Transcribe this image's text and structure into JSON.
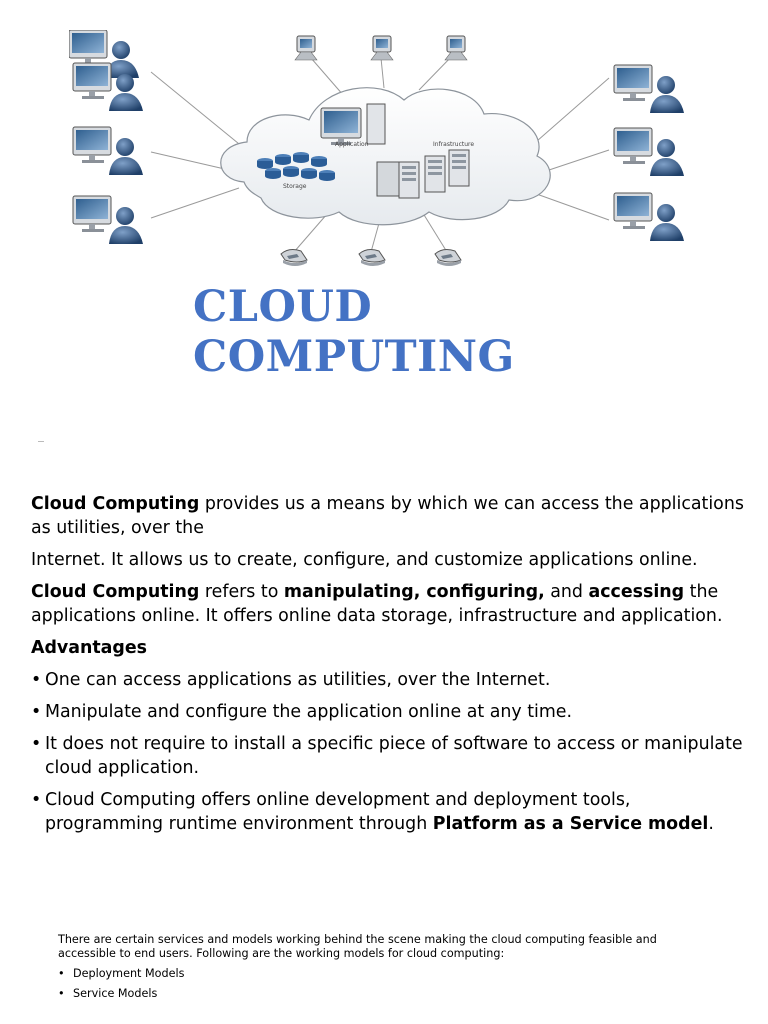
{
  "diagram": {
    "cloud_labels": {
      "application": "Application",
      "infrastructure": "Infrastructure",
      "storage": "Storage"
    }
  },
  "title": {
    "line1": "CLOUD",
    "line2": "COMPUTING"
  },
  "colors": {
    "title": "#4472c4"
  },
  "main": {
    "p1": {
      "term": "Cloud Computing",
      "rest": " provides us a means by which we can access the applications as utilities, over the"
    },
    "p2": "Internet. It allows us to create, configure, and customize applications online.",
    "p3": {
      "term": "Cloud Computing",
      "t1": " refers to ",
      "b1": "manipulating, configuring,",
      "t2": " and ",
      "b2": "accessing",
      "t3": " the applications online. It offers online data storage, infrastructure and application."
    },
    "advantages_heading": "Advantages",
    "bullets": [
      "One can access applications as utilities, over the Internet.",
      "Manipulate and configure the application online at any time.",
      "It does not require to install a specific piece of software to access or manipulate cloud application."
    ],
    "bullet4": {
      "text": "Cloud Computing offers online development and deployment tools, programming runtime environment through ",
      "bold": "Platform as a Service model",
      "end": "."
    }
  },
  "footnote": {
    "intro": "There are certain services and models working behind the scene making the cloud computing feasible and accessible to end users. Following are the working models for cloud computing:",
    "items": [
      "Deployment Models",
      "Service Models"
    ]
  }
}
